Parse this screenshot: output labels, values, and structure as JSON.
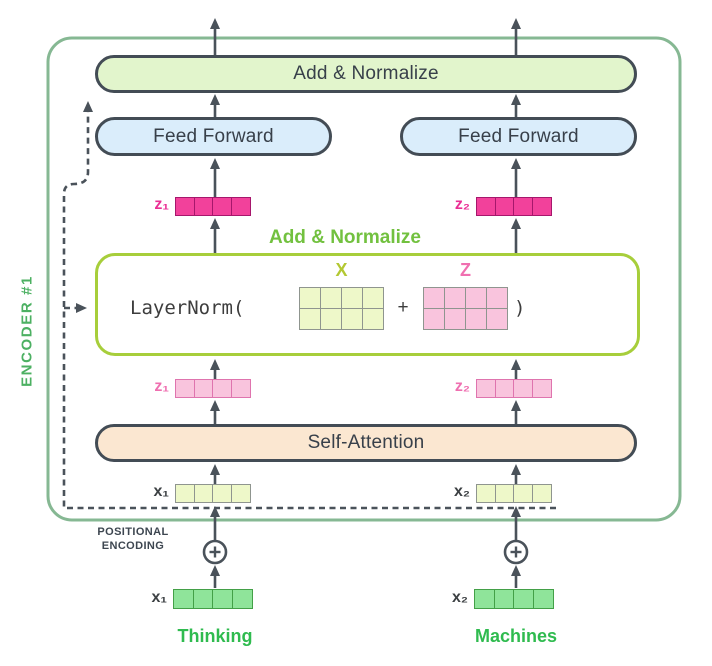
{
  "diagram": {
    "encoder_label": "ENCODER #1",
    "boxes": {
      "add_normalize_top": "Add & Normalize",
      "feed_forward_left": "Feed Forward",
      "feed_forward_right": "Feed Forward",
      "self_attention": "Self-Attention"
    },
    "layernorm_section": {
      "heading": "Add & Normalize",
      "expression_prefix": "LayerNorm(",
      "x_matrix_label": "X",
      "plus_sign": "+",
      "z_matrix_label": "Z",
      "expression_suffix": ")"
    },
    "vectors": {
      "z1_top": "z₁",
      "z2_top": "z₂",
      "z1_mid": "z₁",
      "z2_mid": "z₂",
      "x1_mid": "x₁",
      "x2_mid": "x₂",
      "x1_input": "x₁",
      "x2_input": "x₂"
    },
    "positional_encoding_line1": "POSITIONAL",
    "positional_encoding_line2": "ENCODING",
    "input_words": {
      "left": "Thinking",
      "right": "Machines"
    }
  },
  "colors": {
    "encoder_border": "#86b893",
    "encoder_label_green": "#4cb062",
    "bright_green_words": "#2fbb4f",
    "add_normalize_heading_green": "#72c13f",
    "layernorm_border_lime": "#a7ce3b",
    "add_normalize_fill": "#e2f5cc",
    "feed_forward_fill": "#daedfb",
    "self_attention_fill": "#fbe7d1",
    "magenta_vector": "#f2419b",
    "pink_vector": "#f9c4dd",
    "pale_green_vector": "#eef8c9",
    "input_green_vector": "#8fe49a",
    "dark_outline": "#434c55",
    "arrow_gray": "#4a525a"
  }
}
